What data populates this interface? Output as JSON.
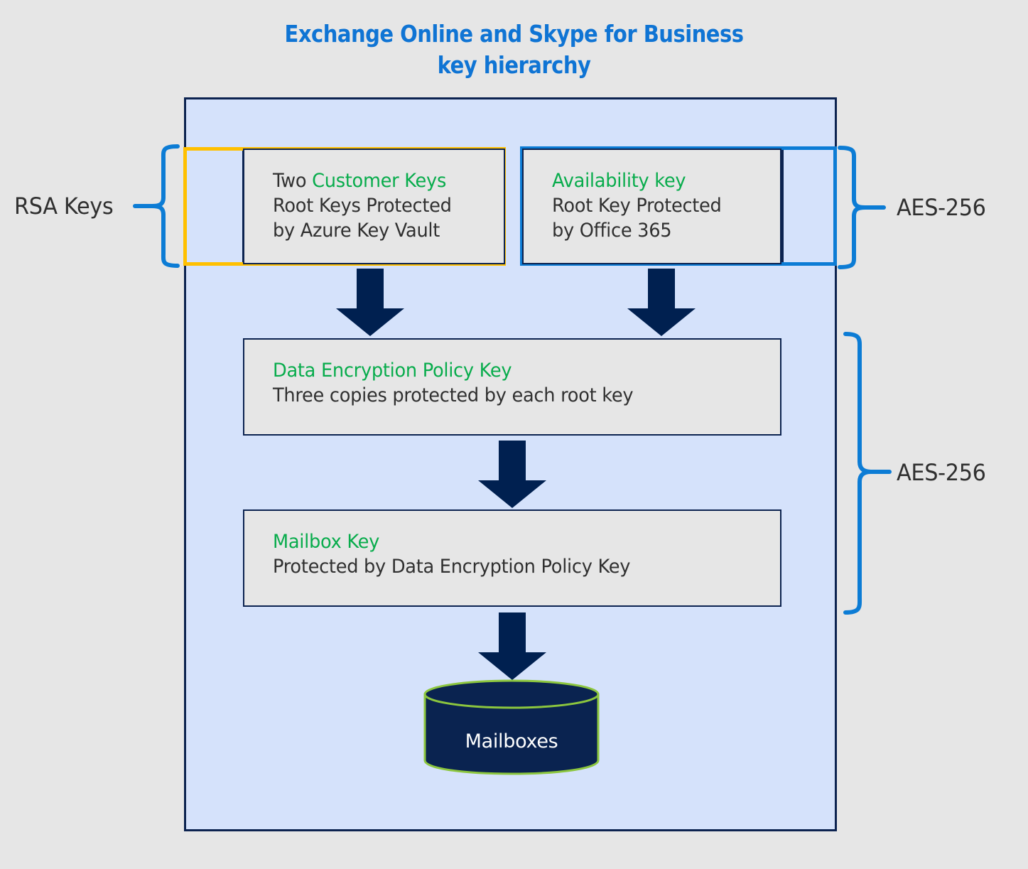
{
  "title": {
    "line1": "Exchange Online and Skype for Business",
    "line2": "key hierarchy"
  },
  "colors": {
    "page_background": "#e6e6e6",
    "panel_background": "#d5e2fb",
    "panel_border": "#0c2350",
    "title_blue": "#0f74d4",
    "accent_green": "#08ac4c",
    "frame_yellow": "#ffc000",
    "frame_blue": "#0c7cd5",
    "brace_blue": "#0c7cd5",
    "box_gray": "#e6e6e6",
    "arrow_navy": "#002050",
    "cylinder_fill": "#0a2350",
    "cylinder_outline": "#8cc63e",
    "body_text": "#303030"
  },
  "boxes": {
    "customer_keys": {
      "line1_prefix": "Two ",
      "line1_highlight": "Customer Keys",
      "line2": "Root Keys Protected",
      "line3": "by Azure Key Vault"
    },
    "availability_key": {
      "line1_highlight": "Availability key",
      "line2": "Root Key Protected",
      "line3": "by Office 365"
    },
    "data_encryption_policy_key": {
      "line1_highlight": "Data Encryption Policy Key",
      "line2": "Three copies protected by each root key"
    },
    "mailbox_key": {
      "line1_highlight": "Mailbox Key",
      "line2": "Protected by Data Encryption Policy Key"
    }
  },
  "datastore": {
    "label": "Mailboxes"
  },
  "side_labels": {
    "rsa_keys": "RSA Keys",
    "aes_top": "AES-256",
    "aes_bottom": "AES-256"
  },
  "relationships": [
    {
      "from": "customer_keys",
      "to": "data_encryption_policy_key"
    },
    {
      "from": "availability_key",
      "to": "data_encryption_policy_key"
    },
    {
      "from": "data_encryption_policy_key",
      "to": "mailbox_key"
    },
    {
      "from": "mailbox_key",
      "to": "mailboxes"
    }
  ]
}
